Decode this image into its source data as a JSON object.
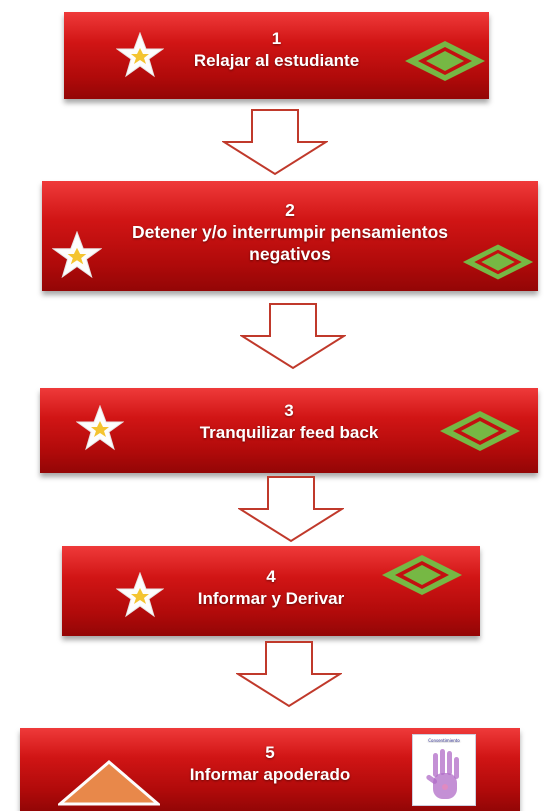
{
  "steps": [
    {
      "number": "1",
      "label": "Relajar al estudiante"
    },
    {
      "number": "2",
      "label_line1": "Detener y/o interrumpir pensamientos",
      "label_line2": "negativos"
    },
    {
      "number": "3",
      "label": "Tranquilizar feed back"
    },
    {
      "number": "4",
      "label": "Informar y Derivar"
    },
    {
      "number": "5",
      "label": "Informar apoderado"
    }
  ],
  "thumbnail": {
    "title": "Consentimiento",
    "icon": "handprint-icon"
  },
  "icons": {
    "star": "star-icon",
    "diamond": "diamond-icon",
    "triangle": "triangle-icon",
    "arrow": "down-arrow-icon"
  },
  "colors": {
    "box": "#c31010",
    "star_fill": "#fdfdfd",
    "star_center": "#f4c430",
    "diamond": "#76b844",
    "triangle": "#e8884a",
    "arrow_stroke": "#c0392b"
  }
}
